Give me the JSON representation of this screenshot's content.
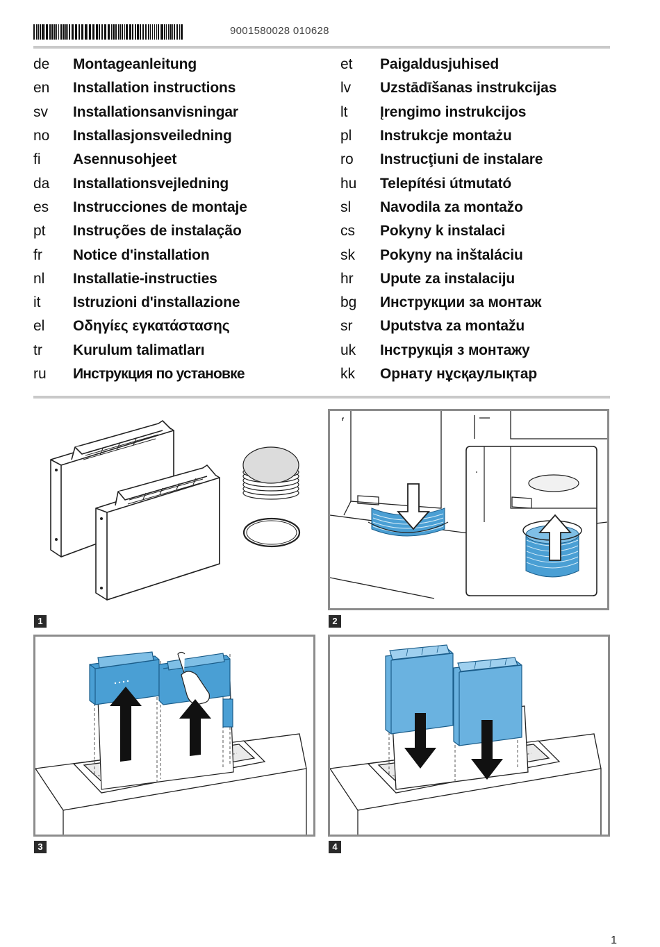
{
  "header": {
    "doc_number": "9001580028 010628"
  },
  "languages_left": [
    {
      "code": "de",
      "title": "Montageanleitung"
    },
    {
      "code": "en",
      "title": "Installation instructions"
    },
    {
      "code": "sv",
      "title": "Installationsanvisningar"
    },
    {
      "code": "no",
      "title": "Installasjonsveiledning"
    },
    {
      "code": "fi",
      "title": "Asennusohjeet"
    },
    {
      "code": "da",
      "title": "Installationsvejledning"
    },
    {
      "code": "es",
      "title": "Instrucciones de montaje"
    },
    {
      "code": "pt",
      "title": "Instruções de instalação"
    },
    {
      "code": "fr",
      "title": "Notice d'installation"
    },
    {
      "code": "nl",
      "title": "Installatie-instructies"
    },
    {
      "code": "it",
      "title": "Istruzioni d'installazione"
    },
    {
      "code": "el",
      "title": "Οδηγίες εγκατάστασης"
    },
    {
      "code": "tr",
      "title": "Kurulum talimatları"
    },
    {
      "code": "ru",
      "title": "Инструкция по установке"
    }
  ],
  "languages_right": [
    {
      "code": "et",
      "title": "Paigaldusjuhised"
    },
    {
      "code": "lv",
      "title": "Uzstādīšanas instrukcijas"
    },
    {
      "code": "lt",
      "title": "Įrengimo instrukcijos"
    },
    {
      "code": "pl",
      "title": "Instrukcje montażu"
    },
    {
      "code": "ro",
      "title": "Instrucţiuni de instalare"
    },
    {
      "code": "hu",
      "title": "Telepítési útmutató"
    },
    {
      "code": "sl",
      "title": "Navodila za montažo"
    },
    {
      "code": "cs",
      "title": "Pokyny k instalaci"
    },
    {
      "code": "sk",
      "title": "Pokyny na inštaláciu"
    },
    {
      "code": "hr",
      "title": "Upute za instalaciju"
    },
    {
      "code": "bg",
      "title": "Инструкции за монтаж"
    },
    {
      "code": "sr",
      "title": "Uputstva za montažu"
    },
    {
      "code": "uk",
      "title": "Інструкція з монтажу"
    },
    {
      "code": "kk",
      "title": "Орнату нұсқаулықтар"
    }
  ],
  "steps": [
    "1",
    "2",
    "3",
    "4"
  ],
  "page_number": "1",
  "colors": {
    "accent_blue": "#4a9fd4",
    "light_blue": "#7fbfe6",
    "rule_gray": "#c9c9c9",
    "frame_gray": "#8c8c8c"
  }
}
